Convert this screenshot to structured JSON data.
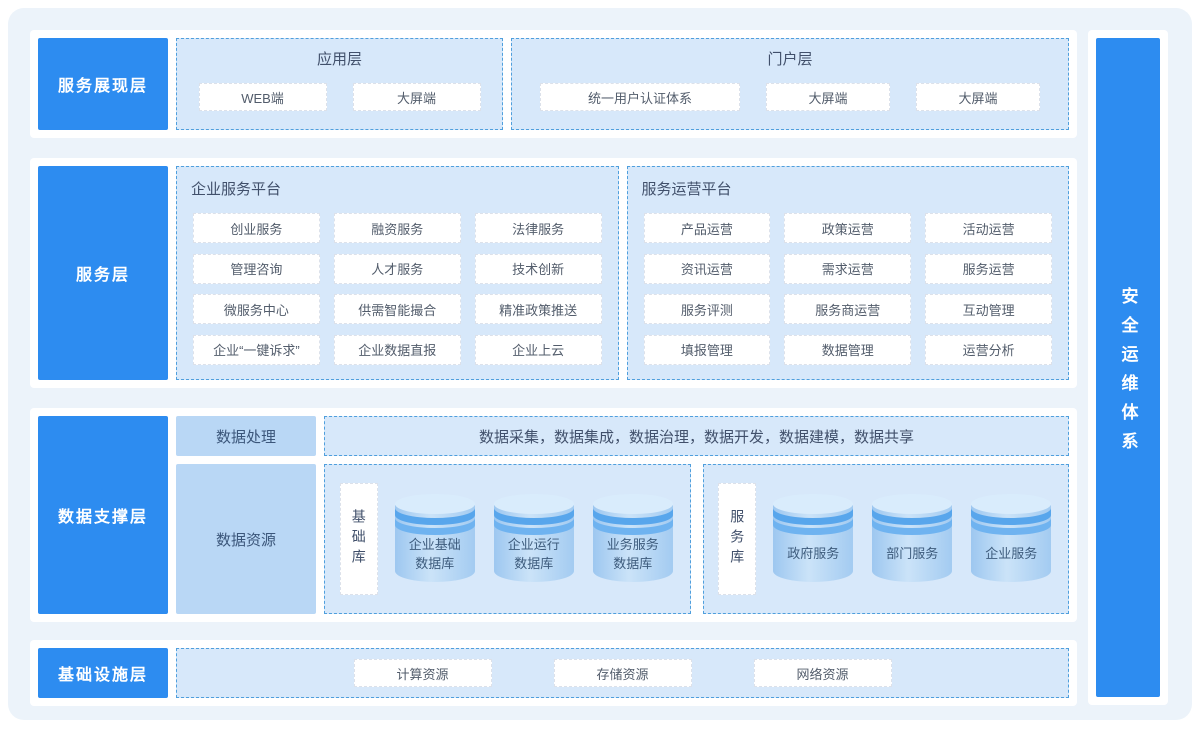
{
  "colors": {
    "accent": "#2d8cf0",
    "panel_fill": "#d7e8fa",
    "mid_blue_fill": "#b9d7f5"
  },
  "presentation_row": {
    "layer_label": "服务展现层",
    "app_panel": {
      "title": "应用层",
      "items": [
        "WEB端",
        "大屏端"
      ]
    },
    "portal_panel": {
      "title": "门户层",
      "items": [
        "统一用户认证体系",
        "大屏端",
        "大屏端"
      ]
    }
  },
  "service_row": {
    "layer_label": "服务层",
    "platforms": [
      {
        "title": "企业服务平台",
        "items": [
          "创业服务",
          "融资服务",
          "法律服务",
          "管理咨询",
          "人才服务",
          "技术创新",
          "微服务中心",
          "供需智能撮合",
          "精准政策推送",
          "企业“一键诉求”",
          "企业数据直报",
          "企业上云"
        ]
      },
      {
        "title": "服务运营平台",
        "items": [
          "产品运营",
          "政策运营",
          "活动运营",
          "资讯运营",
          "需求运营",
          "服务运营",
          "服务评测",
          "服务商运营",
          "互动管理",
          "填报管理",
          "数据管理",
          "运营分析"
        ]
      }
    ]
  },
  "data_row": {
    "layer_label": "数据支撑层",
    "processing_label": "数据处理",
    "processing_items": "数据采集，数据集成，数据治理，数据开发，数据建模，数据共享",
    "resource_label": "数据资源",
    "base_group": {
      "label": "基础库",
      "cylinders": [
        [
          "企业基础",
          "数据库"
        ],
        [
          "企业运行",
          "数据库"
        ],
        [
          "业务服务",
          "数据库"
        ]
      ]
    },
    "service_group": {
      "label": "服务库",
      "cylinders": [
        "政府服务",
        "部门服务",
        "企业服务"
      ]
    }
  },
  "infra_row": {
    "layer_label": "基础设施层",
    "items": [
      "计算资源",
      "存储资源",
      "网络资源"
    ]
  },
  "side_bar": {
    "label": "安全运维体系"
  }
}
